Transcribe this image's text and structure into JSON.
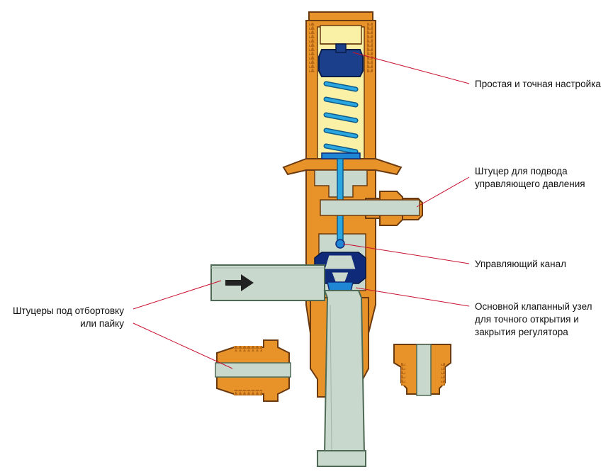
{
  "labels": {
    "adjustment": [
      "Простая и точная настройка"
    ],
    "pilot_fitting": [
      "Штуцер для подвода",
      "управляющего давления"
    ],
    "pilot_channel": [
      "Управляющий канал"
    ],
    "main_valve": [
      "Основной клапанный узел",
      "для точного открытия и",
      "закрытия регулятора"
    ],
    "connectors": [
      "Штуцеры под отбортовку",
      "или пайку"
    ]
  },
  "colors": {
    "body_orange": "#e8932a",
    "body_dark": "#6b3a10",
    "spring_housing": "#fbf1a6",
    "spring_coil": "#2aa7e0",
    "spring_coil_dark": "#0f5c8a",
    "adjust_nut": "#1c3f8c",
    "gray_passage": "#c9d8cc",
    "valve_blue": "#1f86d6",
    "valve_navy": "#0e2a78",
    "leader_line": "#c8102e",
    "flow_arrow": "#222222"
  },
  "icons": {
    "flow": "flow-arrow-icon"
  }
}
